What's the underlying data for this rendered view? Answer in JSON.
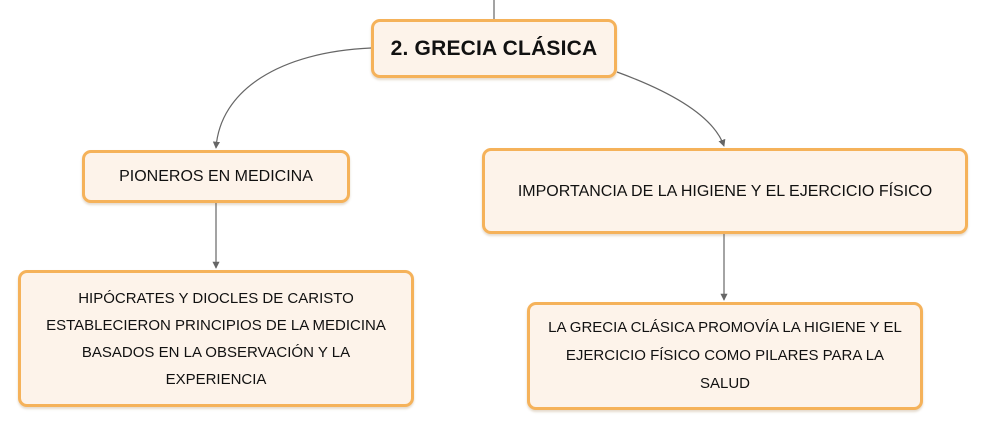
{
  "mindmap": {
    "root": {
      "label": "2. GRECIA CLÁSICA"
    },
    "branches": [
      {
        "label": "PIONEROS EN MEDICINA",
        "children": [
          {
            "label": "HIPÓCRATES Y DIOCLES DE CARISTO ESTABLECIERON PRINCIPIOS DE LA MEDICINA BASADOS EN LA OBSERVACIÓN Y LA EXPERIENCIA"
          }
        ]
      },
      {
        "label": "IMPORTANCIA DE LA HIGIENE Y EL EJERCICIO FÍSICO",
        "children": [
          {
            "label": "LA GRECIA CLÁSICA PROMOVÍA LA HIGIENE Y EL EJERCICIO FÍSICO COMO PILARES PARA LA SALUD"
          }
        ]
      }
    ]
  },
  "colors": {
    "node_border": "#f5b25a",
    "node_fill": "#fdf3ea",
    "connector": "#666666",
    "text": "#111111"
  }
}
